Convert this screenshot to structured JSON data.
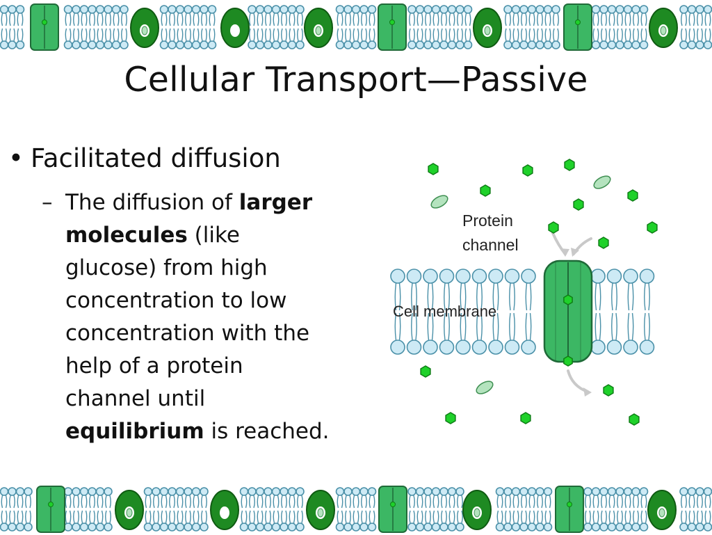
{
  "slide": {
    "title": "Cellular Transport—Passive",
    "bullet": {
      "marker": "•",
      "text": "Facilitated diffusion"
    },
    "sub_bullet": {
      "marker": "–",
      "parts": [
        {
          "text": "The diffusion of ",
          "bold": false
        },
        {
          "text": "larger molecules",
          "bold": true
        },
        {
          "text": " (like glucose) from high concentration to low concentration with the help of a protein channel until ",
          "bold": false
        },
        {
          "text": "equilibrium",
          "bold": true
        },
        {
          "text": " is reached.",
          "bold": false
        }
      ]
    },
    "diagram": {
      "protein_label_line1": "Protein",
      "protein_label_line2": "channel",
      "membrane_label": "Cell membrane"
    },
    "colors": {
      "molecule_green": "#1fd12a",
      "channel_green": "#3cb764",
      "lipid_head": "#cdeaf5",
      "lipid_outline": "#4a90a8",
      "dark_protein": "#1e8a22"
    }
  }
}
